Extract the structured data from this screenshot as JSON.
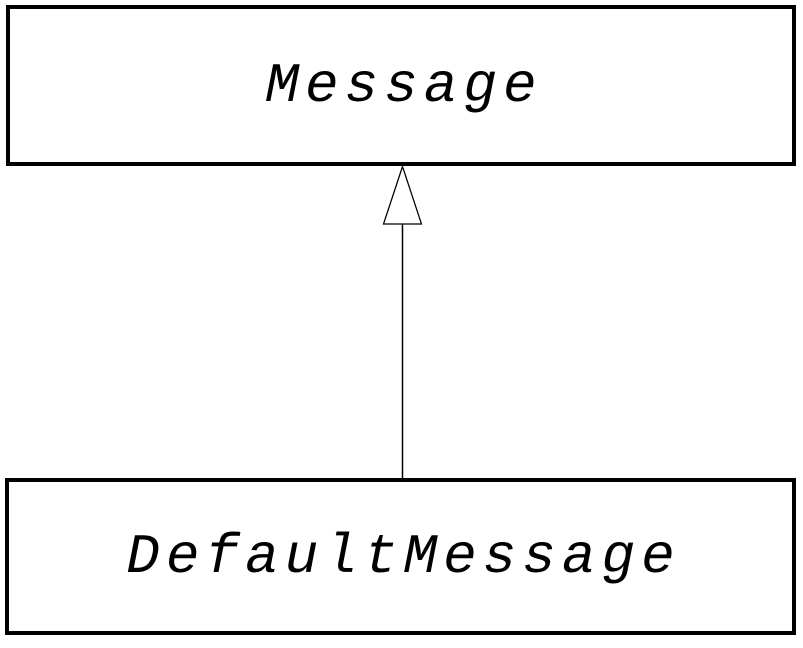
{
  "diagram": {
    "type": "uml-class-inheritance",
    "background_color": "#ffffff",
    "stroke_color": "#000000",
    "text_color": "#000000",
    "nodes": [
      {
        "id": "parent",
        "label": "Message",
        "name_style": "italic"
      },
      {
        "id": "child",
        "label": "DefaultMessage",
        "name_style": "italic"
      }
    ],
    "edges": [
      {
        "from": "DefaultMessage",
        "to": "Message",
        "type": "generalization",
        "arrowhead": "hollow-triangle"
      }
    ]
  }
}
